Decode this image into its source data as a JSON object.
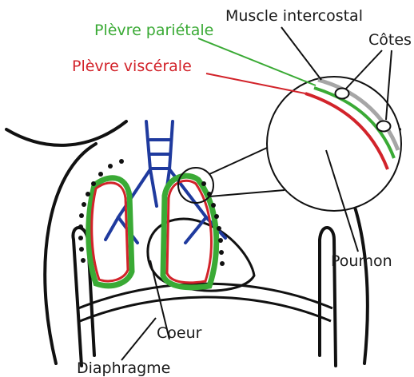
{
  "labels": {
    "plevre_parietale": "Plèvre pariétale",
    "muscle_intercostal": "Muscle intercostal",
    "cotes": "Côtes",
    "plevre_viscerale": "Plèvre viscérale",
    "poumon": "Poumon",
    "coeur": "Coeur",
    "diaphragme": "Diaphragme"
  },
  "colors": {
    "parietal_pleura": "#3aaa35",
    "visceral_pleura": "#d2232a",
    "airways": "#1f3a9e",
    "outline": "#111111",
    "intercostal_muscle": "#a6a6a6"
  }
}
